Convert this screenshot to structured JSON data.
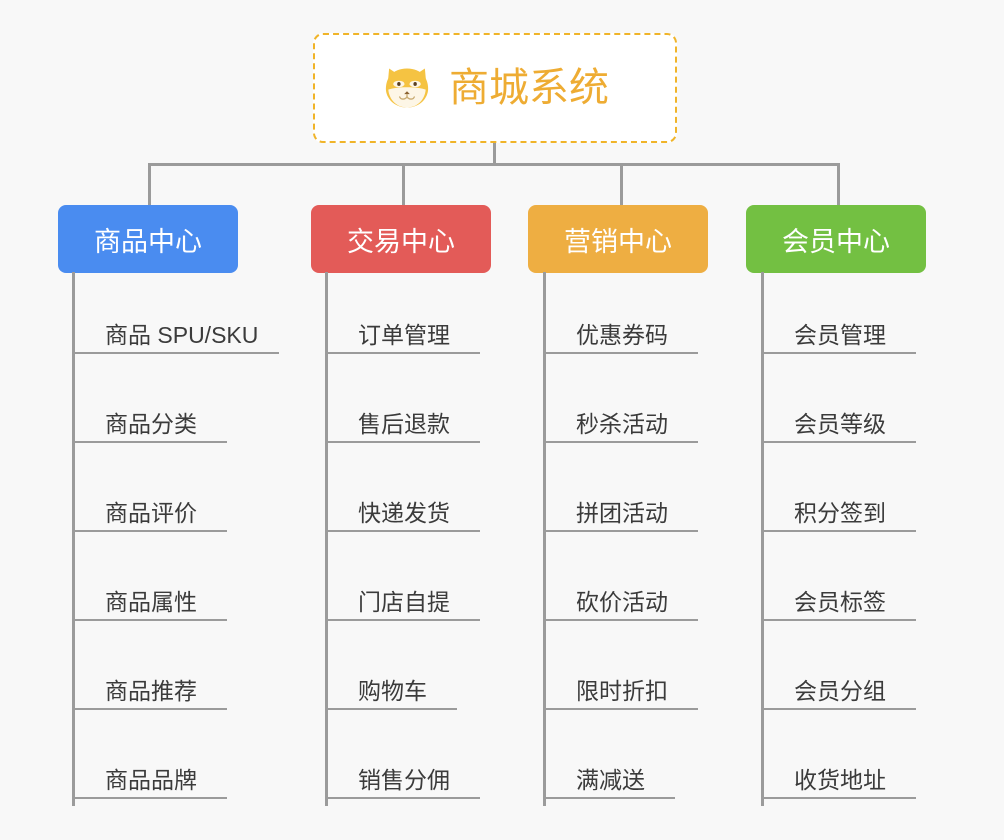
{
  "diagram": {
    "type": "mindmap",
    "background_color": "#f8f8f8",
    "connector_color": "#9b9b9b"
  },
  "root": {
    "title": "商城系统",
    "icon": "dog-face-icon",
    "border_color": "#f0b429",
    "text_color": "#eeac33",
    "background_color": "#ffffff"
  },
  "branches": [
    {
      "label": "商品中心",
      "color": "#4a8cf0",
      "items": [
        "商品 SPU/SKU",
        "商品分类",
        "商品评价",
        "商品属性",
        "商品推荐",
        "商品品牌"
      ]
    },
    {
      "label": "交易中心",
      "color": "#e35b58",
      "items": [
        "订单管理",
        "售后退款",
        "快递发货",
        "门店自提",
        "购物车",
        "销售分佣"
      ]
    },
    {
      "label": "营销中心",
      "color": "#eeae42",
      "items": [
        "优惠券码",
        "秒杀活动",
        "拼团活动",
        "砍价活动",
        "限时折扣",
        "满减送"
      ]
    },
    {
      "label": "会员中心",
      "color": "#73c042",
      "items": [
        "会员管理",
        "会员等级",
        "积分签到",
        "会员标签",
        "会员分组",
        "收货地址"
      ]
    }
  ]
}
